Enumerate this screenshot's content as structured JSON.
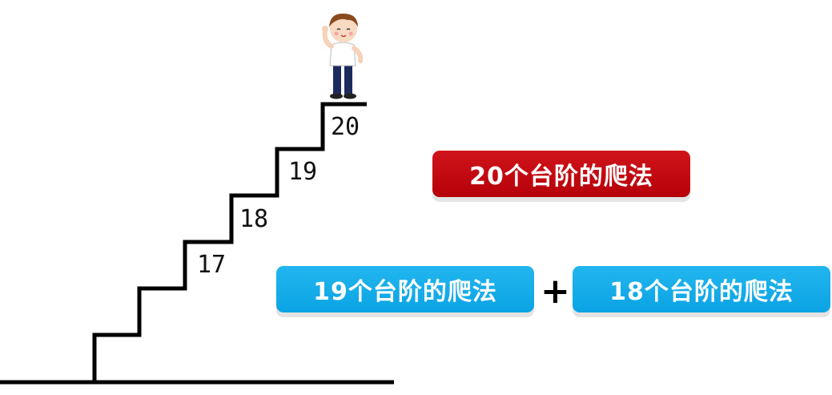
{
  "staircase": {
    "step_labels": [
      "17",
      "18",
      "19",
      "20"
    ]
  },
  "formula": {
    "target_label": "20个台阶的爬法",
    "term_a_label": "19个台阶的爬法",
    "operator": "+",
    "term_b_label": "18个台阶的爬法"
  },
  "colors": {
    "target_pill": "#c40610",
    "term_pill": "#16adea",
    "stairs": "#000000"
  },
  "figure_icon": "boy-character-icon"
}
